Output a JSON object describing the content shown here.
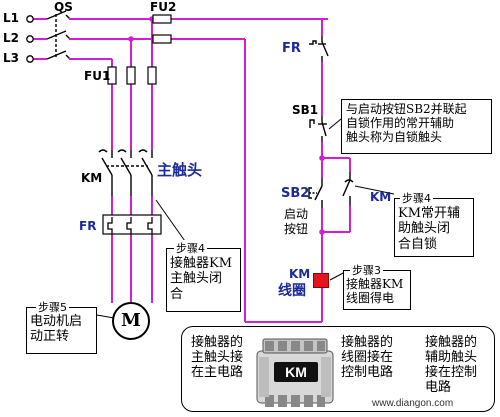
{
  "colors": {
    "wire": "#d21fd2",
    "contact": "#000000",
    "label_blue": "#1c2a9a",
    "coil": "#e3141b"
  },
  "phases": {
    "l1": "L1",
    "l2": "L2",
    "l3": "L3"
  },
  "switches": {
    "qs": "QS"
  },
  "fuses": {
    "fu2": "FU2",
    "fu1": "FU1"
  },
  "relay": {
    "fr_top": "FR",
    "fr_bottom": "FR"
  },
  "buttons": {
    "sb1": "SB1",
    "sb2": "SB2",
    "sb2_caption": [
      "启动",
      "按钮"
    ]
  },
  "contactor": {
    "km_main": "KM",
    "km_aux": "KM",
    "km_coil": "KM",
    "coil_caption": "线圈",
    "main_contact_caption": "主触头"
  },
  "motor": {
    "symbol": "M"
  },
  "notes": {
    "self_lock": [
      "与启动按钮SB2并联起",
      "自锁作用的常开辅助",
      "触头称为自锁触头"
    ],
    "step4_aux": {
      "title": "步骤4",
      "lines": [
        "KM常开辅",
        "助触头闭",
        "合自锁"
      ]
    },
    "step3": {
      "title": "步骤3",
      "lines": [
        "接触器KM",
        "线圈得电"
      ]
    },
    "step4_main": {
      "title": "步骤4",
      "lines": [
        "接触器KM",
        "主触头闭",
        "合"
      ]
    },
    "step5": {
      "title": "步骤5",
      "lines": [
        "电动机启",
        "动正转"
      ]
    }
  },
  "legend": {
    "col1": [
      "接触器的",
      "主触头接",
      "在主电路"
    ],
    "col2": [
      "接触器的",
      "线圈接在",
      "控制电路"
    ],
    "col3": [
      "接触器的",
      "辅助触头",
      "接在控制",
      "电路"
    ],
    "badge": "KM"
  },
  "watermark": "www.diangon.com"
}
